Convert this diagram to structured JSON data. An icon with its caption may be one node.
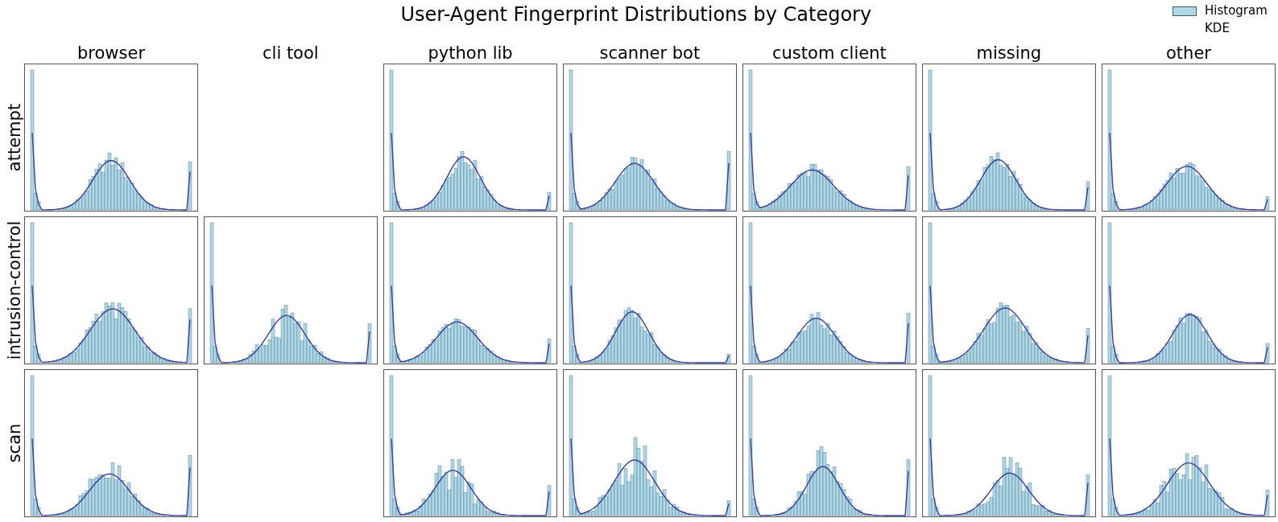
{
  "diagram": {
    "title": "User-Agent Fingerprint Distributions by Category",
    "labels": [
      "browser",
      "cli tool",
      "python lib",
      "scanner bot",
      "custom client",
      "missing",
      "other",
      "attempt",
      "intrusion-control",
      "scan"
    ],
    "legend": [
      {
        "text": "Histogram",
        "color": "#add8e6"
      },
      {
        "text": "KDE"
      }
    ]
  }
}
